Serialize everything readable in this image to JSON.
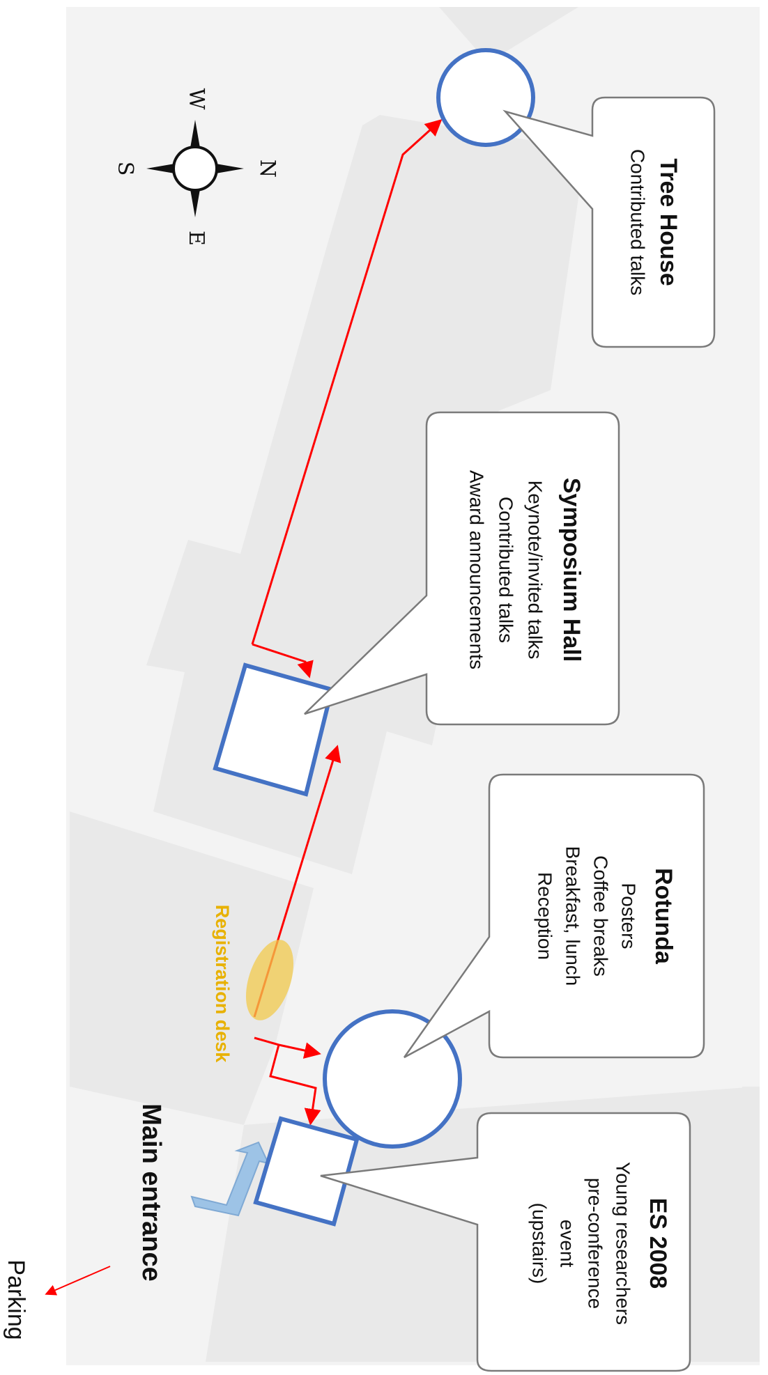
{
  "map": {
    "colors": {
      "background": "#f3f3f3",
      "building": "#e9e9e9",
      "venue_outline": "#4472c4",
      "route": "#ff0000",
      "callout_border": "#7a7a7a",
      "registration": "#f2c94c",
      "registration_text": "#e8b100",
      "entrance_arrow": "#9dc3e6"
    },
    "compass": {
      "north": "N",
      "south": "S",
      "east": "E",
      "west": "W"
    },
    "venues": {
      "tree_house": {
        "name": "Tree House",
        "lines": [
          "Contributed talks"
        ]
      },
      "symposium_hall": {
        "name": "Symposium Hall",
        "lines": [
          "Keynote/invited talks",
          "Contributed talks",
          "Award announcements"
        ]
      },
      "rotunda": {
        "name": "Rotunda",
        "lines": [
          "Posters",
          "Coffee breaks",
          "Breakfast, lunch",
          "Reception"
        ]
      },
      "es_2008": {
        "name": "ES 2008",
        "lines": [
          "Young researchers",
          "pre-conference",
          "event",
          "(upstairs)"
        ]
      }
    },
    "labels": {
      "registration_desk": "Registration desk",
      "main_entrance": "Main entrance",
      "parking": "Parking"
    }
  }
}
